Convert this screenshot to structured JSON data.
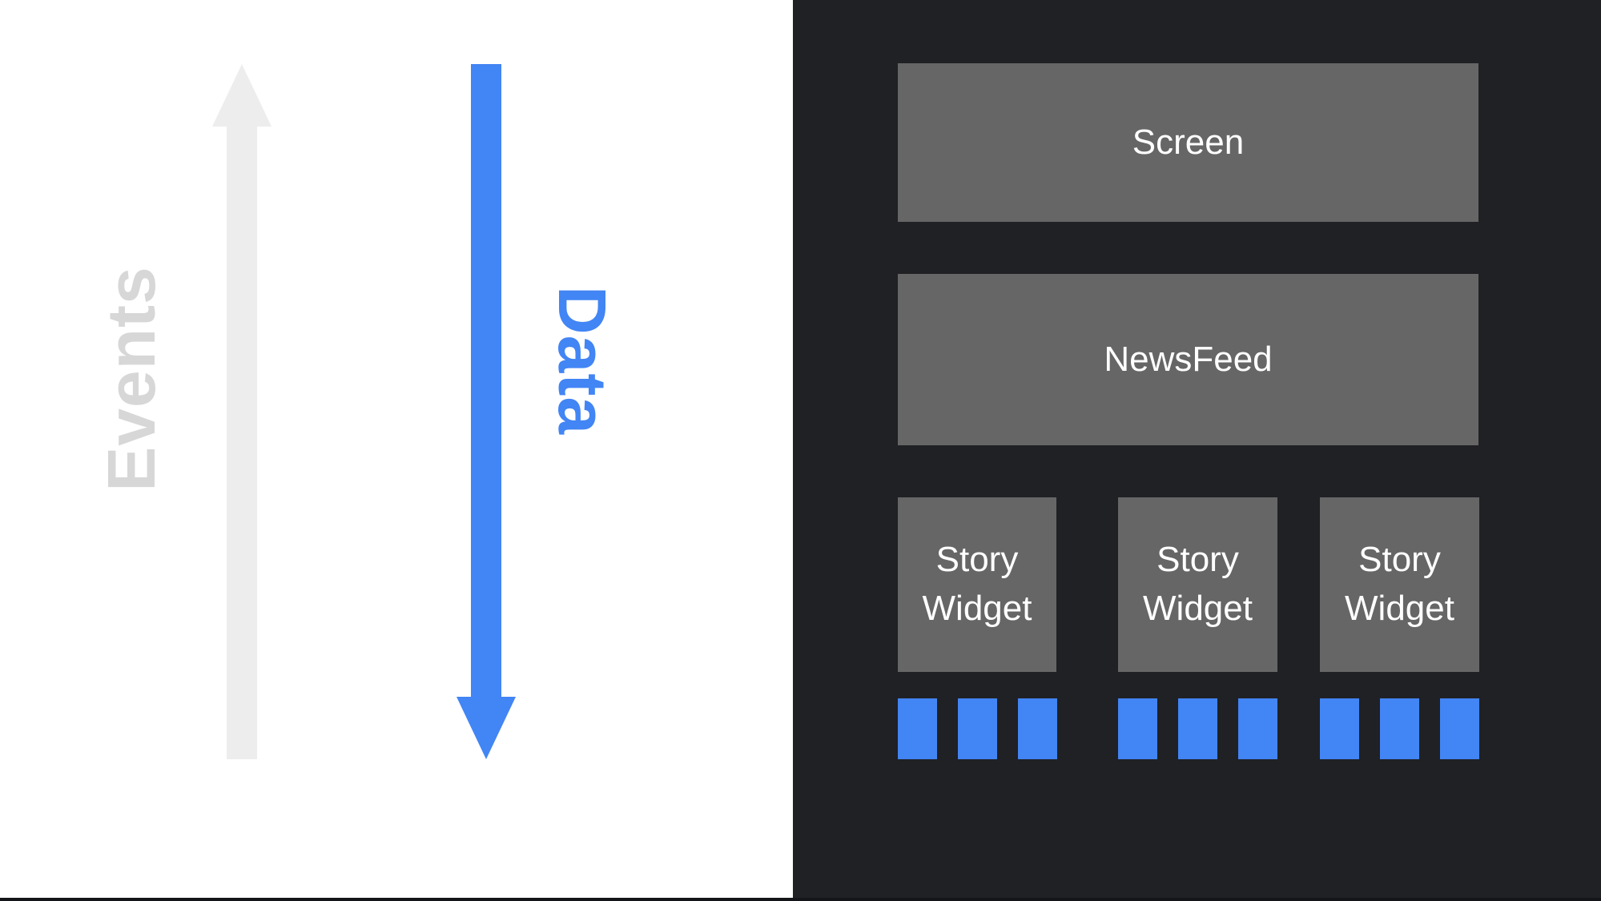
{
  "slide": {
    "left_panel": {
      "events_label": "Events",
      "data_label": "Data",
      "events_arrow_direction": "up",
      "data_arrow_direction": "down"
    },
    "tree": {
      "screen_label": "Screen",
      "newsfeed_label": "NewsFeed",
      "story_widgets": [
        {
          "label": "Story Widget"
        },
        {
          "label": "Story Widget"
        },
        {
          "label": "Story Widget"
        }
      ],
      "data_squares_per_widget": 3
    },
    "colors": {
      "left_background": "#ffffff",
      "right_background": "#202124",
      "node_gray": "#666666",
      "node_text": "#ffffff",
      "accent_blue": "#4285f4",
      "events_text_gray": "#d7d7d7",
      "events_arrow_gray": "#ededed",
      "bottom_edge": "#141518"
    }
  }
}
